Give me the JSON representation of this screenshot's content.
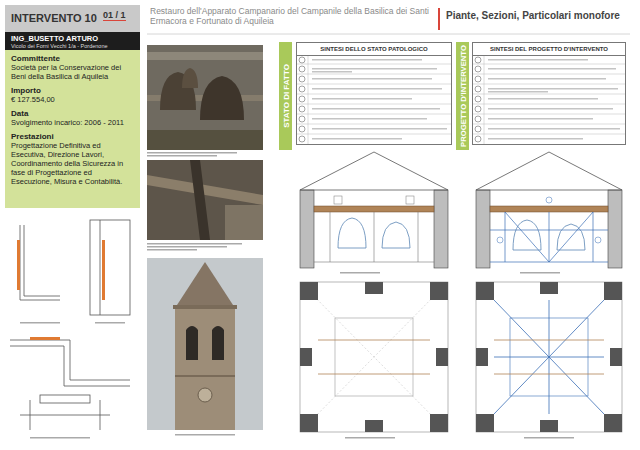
{
  "diagram": {
    "title": "Piante, Sezioni, Particolari monofore",
    "nodes": [
      {
        "text": [
          "INTERVENTO 10",
          "01 / 1"
        ]
      },
      {
        "text": [
          "ING_BUSETTO ARTURO",
          "Vicolo dei Forni Vecchi 1/a - Pordenone"
        ]
      },
      {
        "text": [
          "Committente",
          "Società per la Conservazione dei Beni della Basilica di Aquileia",
          "Importo",
          "€ 127.554,00",
          "Data",
          "Svolgimento incarico: 2006 - 2011",
          "Prestazioni",
          "Progettazione Definitiva ed Esecutiva, Direzione Lavori, Coordinamento della Sicurezza in fase di Progettazione ed Esecuzione, Misura e Contabilità."
        ]
      },
      {
        "text": [
          "STATO DI FATTO"
        ]
      },
      {
        "text": [
          "SINTESI DELLO STATO PATOLOGICO"
        ]
      },
      {
        "text": [
          "PROGETTO D'INTERVENTO"
        ]
      },
      {
        "text": [
          "SINTESI DEL PROGETTO D'INTERVENTO"
        ]
      }
    ],
    "labels": [
      "Restauro dell'Apparato Campanario del Campanile della Basilica dei Santi Ermacora e Fortunato di Aquileia"
    ]
  }
}
